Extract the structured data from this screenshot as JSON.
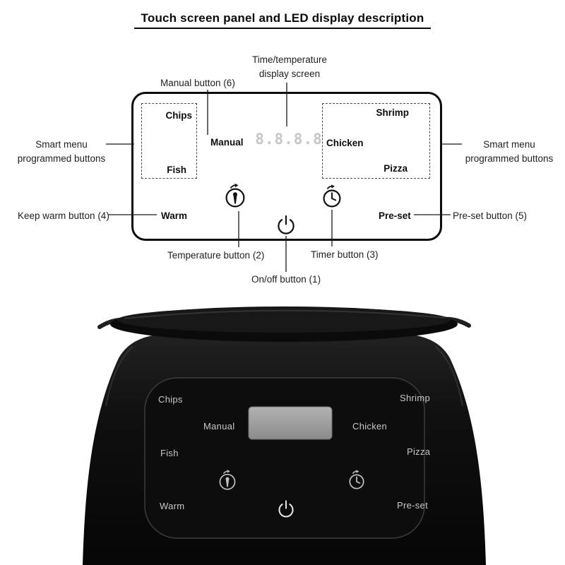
{
  "title": "Touch screen panel and LED display description",
  "callouts": {
    "display_line1": "Time/temperature",
    "display_line2": "display screen",
    "manual": "Manual button (6)",
    "smart_left_line1": "Smart menu",
    "smart_left_line2": "programmed buttons",
    "smart_right_line1": "Smart menu",
    "smart_right_line2": "programmed buttons",
    "keep_warm": "Keep warm button (4)",
    "preset": "Pre-set button (5)",
    "temperature": "Temperature button (2)",
    "timer": "Timer button (3)",
    "on_off": "On/off button (1)"
  },
  "panel": {
    "chips": "Chips",
    "fish": "Fish",
    "manual": "Manual",
    "display_value": "8.8.8.8",
    "chicken": "Chicken",
    "shrimp": "Shrimp",
    "pizza": "Pizza",
    "warm": "Warm",
    "preset": "Pre-set"
  },
  "fryer": {
    "chips": "Chips",
    "shrimp": "Shrimp",
    "manual": "Manual",
    "chicken": "Chicken",
    "fish": "Fish",
    "pizza": "Pizza",
    "warm": "Warm",
    "preset": "Pre-set"
  },
  "icons": {
    "temperature": "temperature-icon",
    "timer": "timer-icon",
    "power": "power-icon"
  },
  "colors": {
    "text": "#1f1f1f",
    "panel_border": "#0c0c0c",
    "led_digits": "#c6c6c6",
    "fryer_body": "#111111",
    "fryer_label": "#c8c8c8",
    "lcd": "#9a9a9a"
  }
}
